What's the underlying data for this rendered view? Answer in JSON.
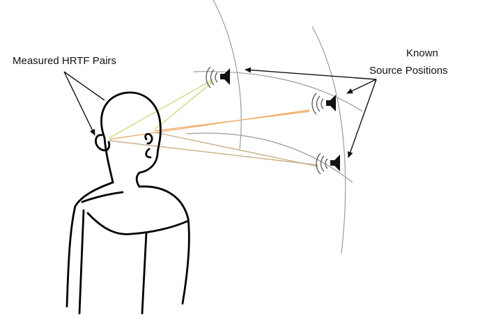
{
  "labels": {
    "hrtf": "Measured HRTF Pairs",
    "known": "Known",
    "source": "Source Positions"
  },
  "icons": {
    "head": "person-head-sketch-icon",
    "speaker": "speaker-icon"
  },
  "colors": {
    "sketch": "#000000",
    "arc": "#9a9a9a",
    "path_top": "#c8dc82",
    "path_middle": "#f2ae6a",
    "path_bottom": "#c8ae84",
    "arrow": "#111111"
  }
}
